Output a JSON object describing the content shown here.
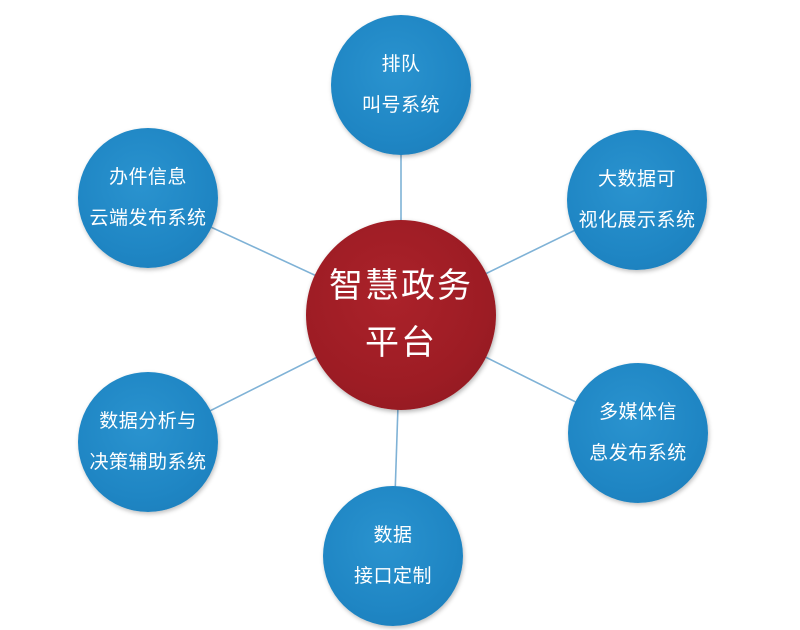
{
  "diagram": {
    "center": {
      "lines": [
        "智慧政务",
        "平台"
      ],
      "color": "#9d1c24"
    },
    "outer_color": "#1f86c4",
    "link_color": "#7fb2d6",
    "nodes": [
      {
        "id": "queue-system",
        "lines": [
          "排队",
          "叫号系统"
        ]
      },
      {
        "id": "big-data-visualization",
        "lines": [
          "大数据可",
          "视化展示系统"
        ]
      },
      {
        "id": "multimedia-publishing",
        "lines": [
          "多媒体信",
          "息发布系统"
        ]
      },
      {
        "id": "data-interface",
        "lines": [
          "数据",
          "接口定制"
        ]
      },
      {
        "id": "data-analysis-decision",
        "lines": [
          "数据分析与",
          "决策辅助系统"
        ]
      },
      {
        "id": "office-cloud-publishing",
        "lines": [
          "办件信息",
          "云端发布系统"
        ]
      }
    ]
  }
}
